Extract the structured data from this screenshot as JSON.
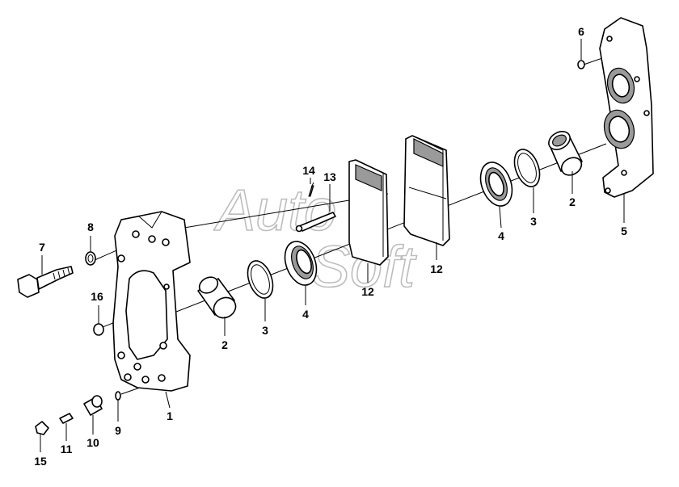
{
  "watermark": {
    "word1": "Auto",
    "word2": "Soft"
  },
  "callouts": {
    "c1": "1",
    "c2a": "2",
    "c2b": "2",
    "c3a": "3",
    "c3b": "3",
    "c4a": "4",
    "c4b": "4",
    "c5": "5",
    "c6": "6",
    "c7": "7",
    "c8": "8",
    "c9": "9",
    "c10": "10",
    "c11": "11",
    "c12a": "12",
    "c12b": "12",
    "c13": "13",
    "c14": "14",
    "c15": "15",
    "c16": "16"
  }
}
